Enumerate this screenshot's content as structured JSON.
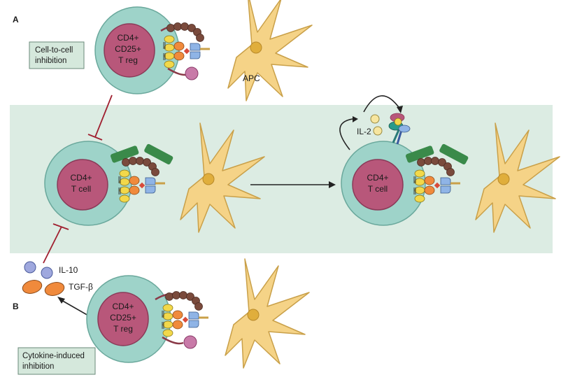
{
  "panels": {
    "a": "A",
    "b": "B"
  },
  "boxes": {
    "contact": [
      "Cell-to-cell",
      "inhibition"
    ],
    "cytokine": [
      "Cytokine-induced",
      "inhibition"
    ]
  },
  "cells": {
    "treg_top": [
      "CD4+",
      "CD25+",
      "T reg"
    ],
    "treg_bottom": [
      "CD4+",
      "CD25+",
      "T reg"
    ],
    "tcell_left": [
      "CD4+",
      "T cell"
    ],
    "tcell_right": [
      "CD4+",
      "T cell"
    ]
  },
  "labels": {
    "apc": "APC",
    "il2": "IL-2",
    "il10": "IL-10",
    "tgfb": "TGF-β"
  },
  "colors": {
    "band": "#dcece3",
    "cell_outer": "#9ed3c9",
    "nucleus": "#b8577a",
    "apc": "#f5d387",
    "box": "#d5e8dc",
    "inhibit": "#a02030"
  }
}
